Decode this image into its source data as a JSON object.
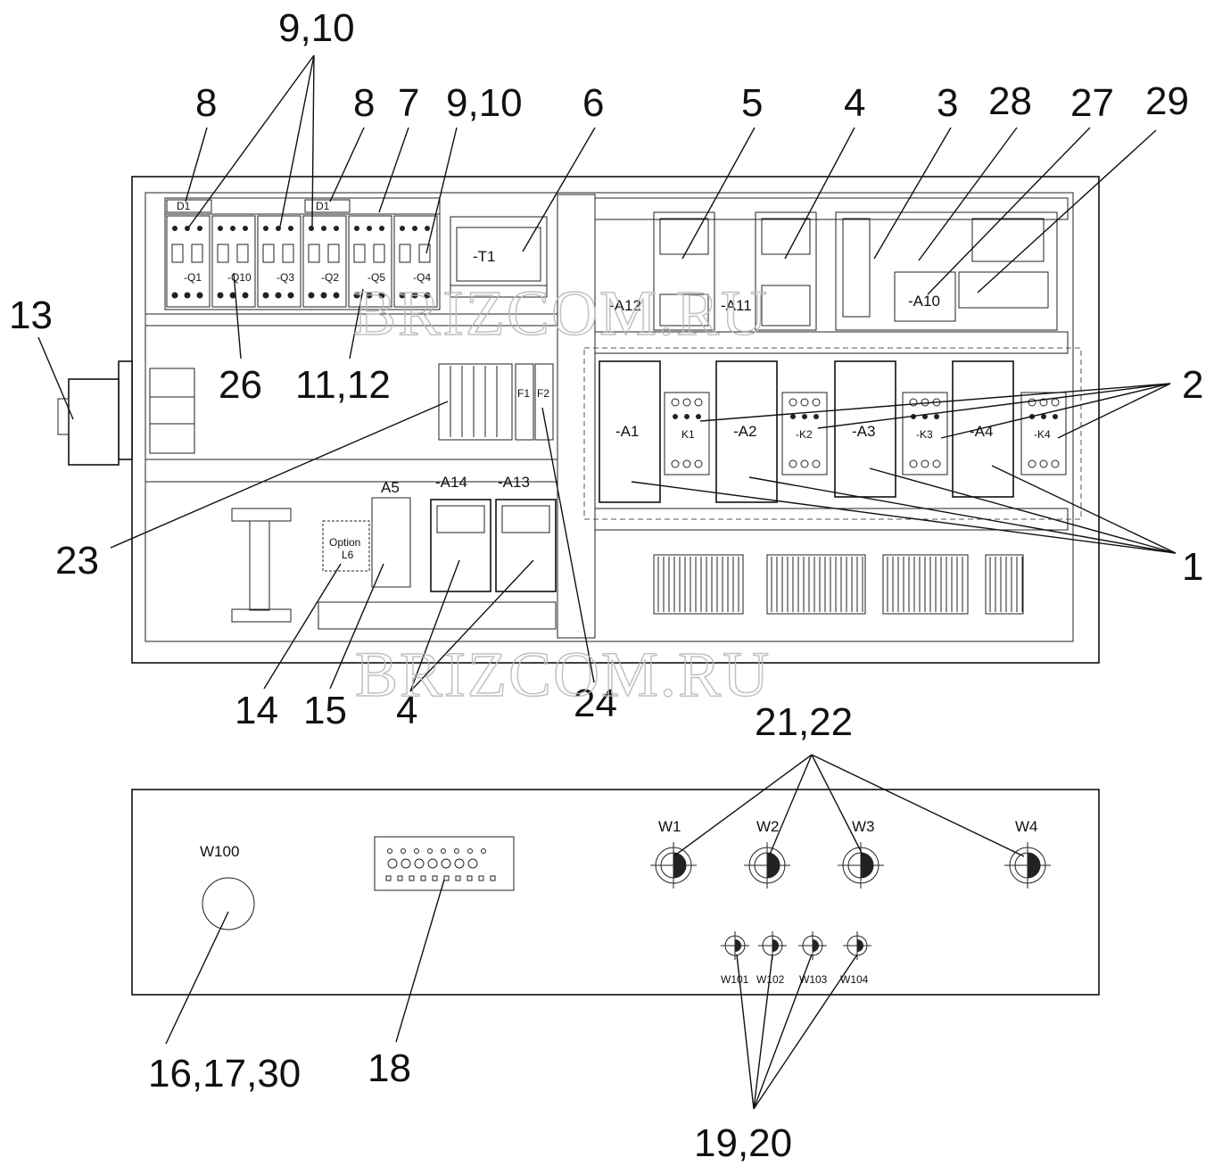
{
  "watermark": "BRIZCOM.RU",
  "callouts": {
    "c1": "1",
    "c2": "2",
    "c3": "3",
    "c4_top": "4",
    "c4_bottom": "4",
    "c5": "5",
    "c6": "6",
    "c7": "7",
    "c8_left": "8",
    "c8_right": "8",
    "c9_10_top": "9,10",
    "c9_10_mid": "9,10",
    "c11_12": "11,12",
    "c13": "13",
    "c14": "14",
    "c15": "15",
    "c16_17_30": "16,17,30",
    "c18": "18",
    "c19_20": "19,20",
    "c21_22": "21,22",
    "c23": "23",
    "c24": "24",
    "c26": "26",
    "c27": "27",
    "c28": "28",
    "c29": "29"
  },
  "components": {
    "d1_left": "D1",
    "d1_right": "D1",
    "q1": "-Q1",
    "q10": "-Q10",
    "q3": "-Q3",
    "q2": "-Q2",
    "q5": "-Q5",
    "q4": "-Q4",
    "t1": "-T1",
    "a12": "-A12",
    "a11": "-A11",
    "a10": "-A10",
    "a1": "-A1",
    "a2": "-A2",
    "a3": "-A3",
    "a4": "-A4",
    "k1": "K1",
    "k2": "-K2",
    "k3": "-K3",
    "k4": "-K4",
    "f1": "F1",
    "f2": "F2",
    "a5": "A5",
    "a14": "-A14",
    "a13": "-A13",
    "option": "Option",
    "l6": "L6"
  },
  "connectors": {
    "w100": "W100",
    "w1": "W1",
    "w2": "W2",
    "w3": "W3",
    "w4": "W4",
    "w101": "W101",
    "w102": "W102",
    "w103": "W103",
    "w104": "W104"
  }
}
